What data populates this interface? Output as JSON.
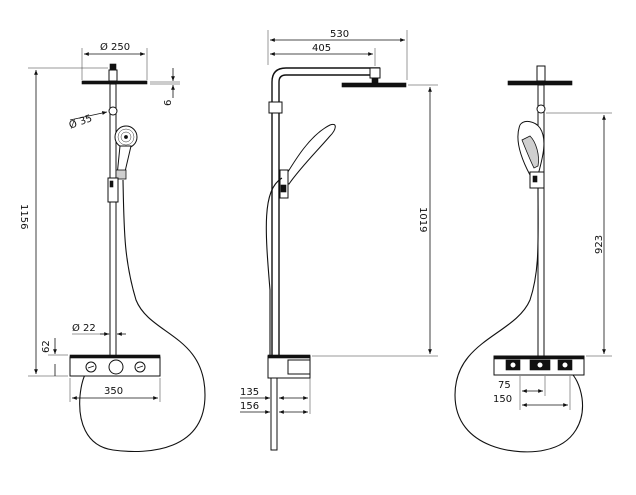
{
  "dimensions": {
    "front_head_diameter": "Ø 250",
    "front_head_thickness": "6",
    "front_hand_diameter": "Ø 35",
    "front_total_height": "1156",
    "front_bar_diameter": "Ø 22",
    "front_thermostat_height": "62",
    "front_thermostat_width": "350",
    "side_total_reach": "530",
    "side_arm_reach": "405",
    "side_arm_height": "1019",
    "side_wall_135": "135",
    "side_wall_156": "156",
    "right_slider_height": "923",
    "right_spacing_75": "75",
    "right_spacing_150": "150"
  }
}
